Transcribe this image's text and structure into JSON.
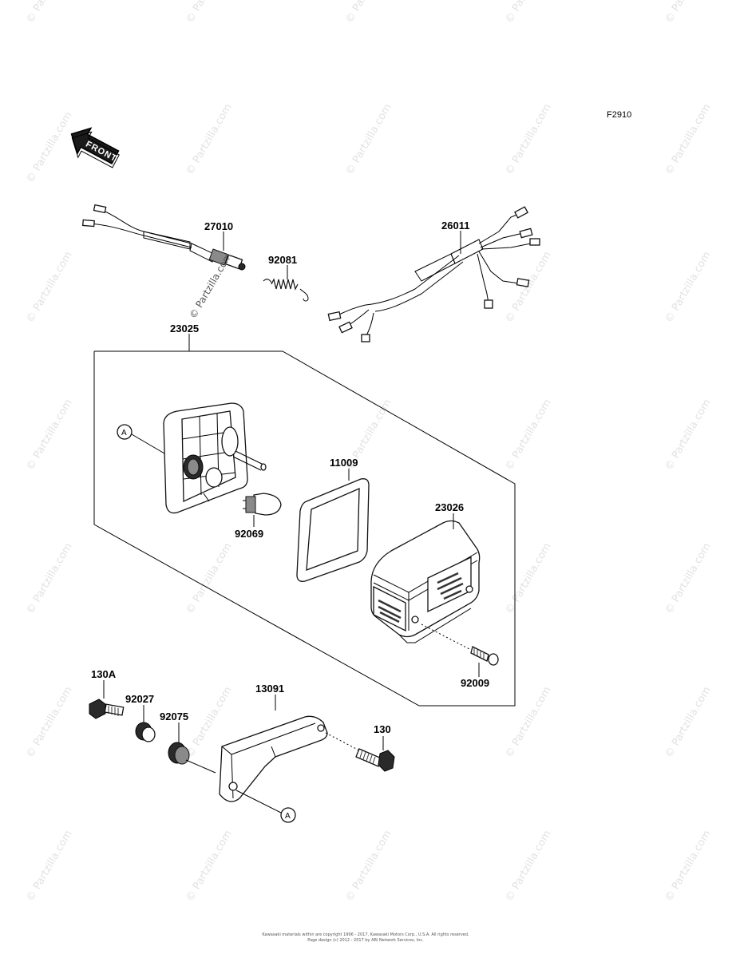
{
  "figure_code": "F2910",
  "front_arrow_label": "FRONT",
  "reference_marker": "A",
  "watermark_text": "© Partzilla.com",
  "copyright_line1": "Kawasaki materials within are copyright 1996 - 2017, Kawasaki Motors Corp., U.S.A. All rights reserved.",
  "copyright_line2": "Page design (c) 2012 - 2017 by ARI Network Services, Inc.",
  "parts": {
    "p27010": "27010",
    "p92081": "92081",
    "p26011": "26011",
    "p23025": "23025",
    "p11009": "11009",
    "p23026": "23026",
    "p92069": "92069",
    "p92009": "92009",
    "p130A": "130A",
    "p92027": "92027",
    "p92075": "92075",
    "p13091": "13091",
    "p130": "130"
  }
}
